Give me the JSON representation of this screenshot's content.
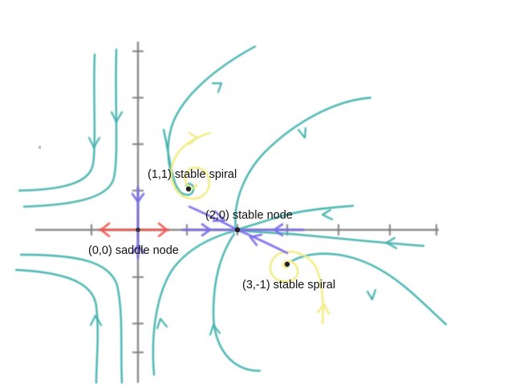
{
  "colors": {
    "trajectory": "#43b1ad",
    "axis": "#7d7d7d",
    "unstable_manifold": "#ef5b55",
    "stable_manifold": "#7b6fe6",
    "spiral": "#f2ec86",
    "background": "#ffffff"
  },
  "equilibria": [
    {
      "id": "saddle",
      "label": "(0,0) saddle node"
    },
    {
      "id": "spiral1",
      "label": "(1,1) stable spiral"
    },
    {
      "id": "node",
      "label": "(2,0) stable node"
    },
    {
      "id": "spiral2",
      "label": "(3,-1) stable spiral"
    }
  ]
}
